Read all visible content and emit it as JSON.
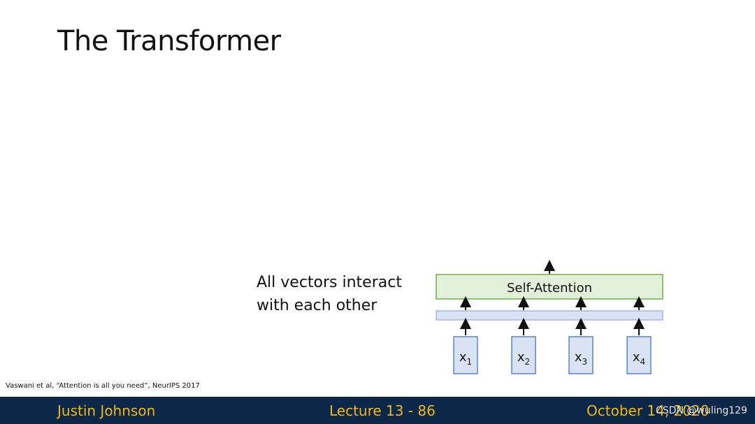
{
  "slide": {
    "title": "The Transformer",
    "caption_line1": "All vectors interact",
    "caption_line2": "with each other",
    "citation": "Vaswani et al, “Attention is all you need”, NeurIPS 2017"
  },
  "diagram": {
    "block_label": "Self-Attention",
    "inputs": [
      {
        "base": "x",
        "sub": "1"
      },
      {
        "base": "x",
        "sub": "2"
      },
      {
        "base": "x",
        "sub": "3"
      },
      {
        "base": "x",
        "sub": "4"
      }
    ],
    "colors": {
      "attention_fill": "#e2efd9",
      "attention_stroke": "#70ad47",
      "bar_fill": "#dae3f3",
      "bar_stroke": "#8faadc",
      "input_fill": "#dae3f3",
      "input_stroke": "#4472c4"
    }
  },
  "footer": {
    "left": "Justin Johnson",
    "center": "Lecture 13 - 86",
    "right": "October 14, 2020",
    "background": "#0c2748",
    "text_color": "#f0b91a"
  },
  "watermark": "CSDN @wuling129"
}
